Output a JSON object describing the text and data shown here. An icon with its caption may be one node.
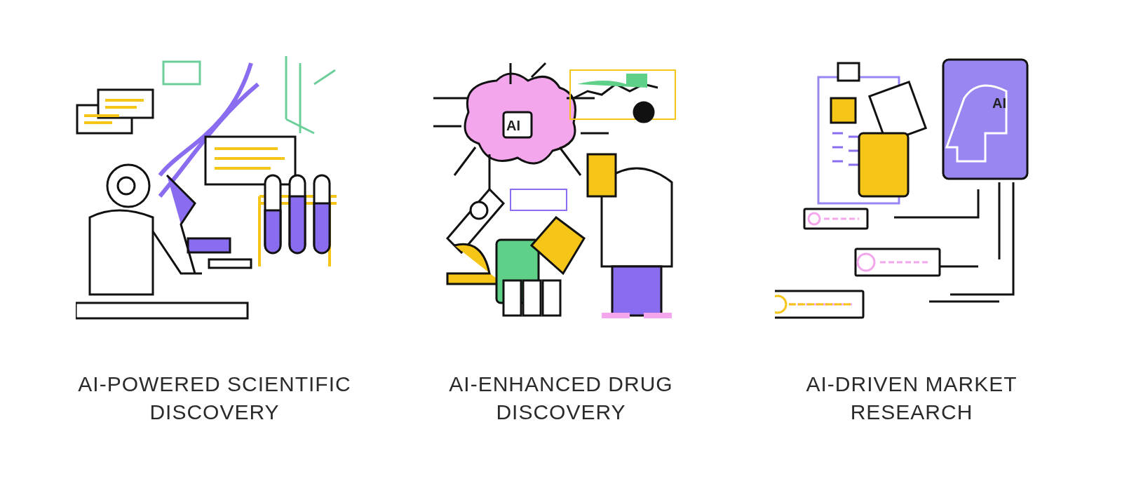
{
  "diagram": {
    "labels": [
      "AI",
      "AI",
      "AI-POWERED SCIENTIFIC DISCOVERY",
      "AI-ENHANCED DRUG DISCOVERY",
      "AI-DRIVEN MARKET RESEARCH"
    ]
  }
}
